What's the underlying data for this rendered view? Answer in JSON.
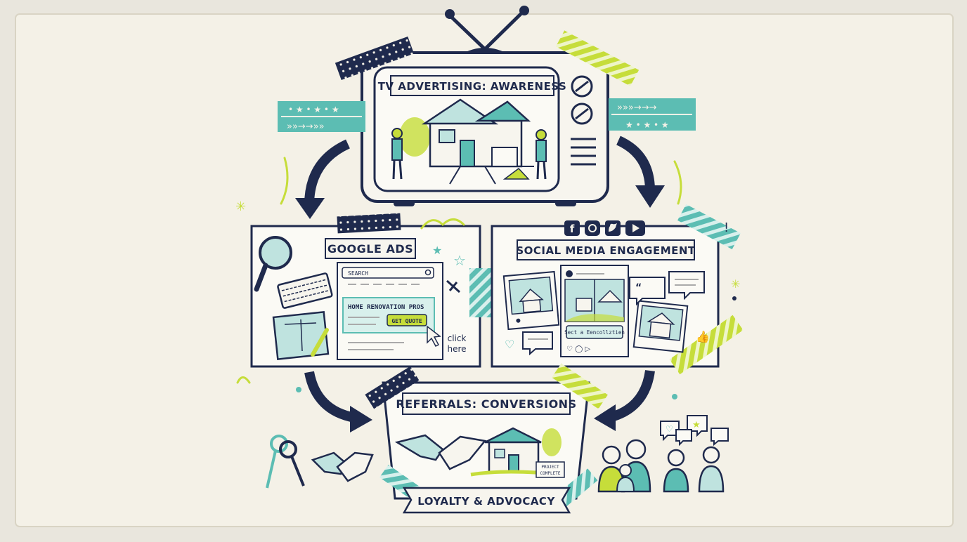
{
  "colors": {
    "paper": "#f4f1e7",
    "navy": "#1f2a4d",
    "teal": "#5cbdb3",
    "lime": "#c6dd3a",
    "light_teal": "#bfe3df"
  },
  "tv_panel": {
    "title": "TV ADVERTISING: AWARENESS",
    "icon": "house-renovation-icon"
  },
  "google_panel": {
    "title": "GOOGLE ADS",
    "search_text": "SEARCH",
    "ad_headline": "HOME RENOVATION PROS",
    "ad_button": "GET QUOTE",
    "click_note_line1": "click",
    "click_note_line2": "here"
  },
  "social_panel": {
    "title": "SOCIAL MEDIA ENGAGEMENT",
    "post_button": "Sect a Eencollztien",
    "platform_icons": [
      "facebook-icon",
      "instagram-icon",
      "twitter-icon",
      "youtube-icon"
    ]
  },
  "referrals_panel": {
    "title": "REFERRALS: CONVERSIONS",
    "sign_text_line1": "PROJECT",
    "sign_text_line2": "COMPLETE",
    "banner": "LOYALTY & ADVOCACY"
  }
}
